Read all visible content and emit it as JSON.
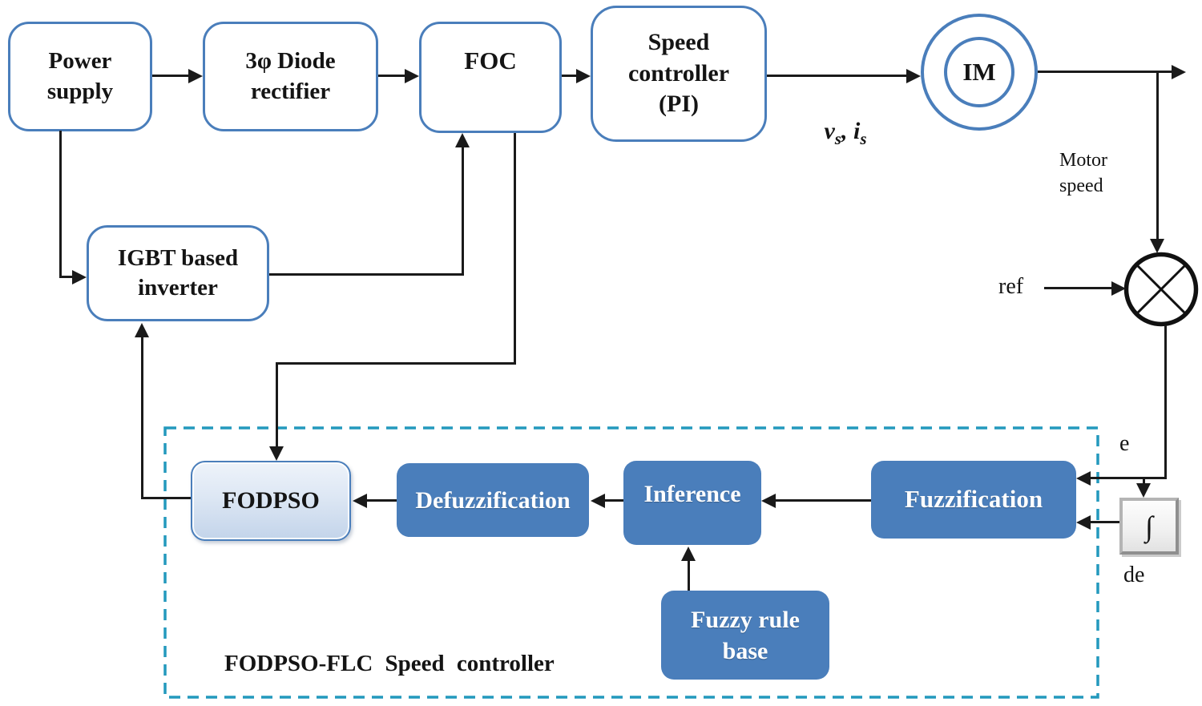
{
  "diagram": {
    "blocks": {
      "power_supply": {
        "label": "Power\nsupply"
      },
      "diode_rectifier": {
        "label": "3φ Diode\nrectifier"
      },
      "foc": {
        "label": "FOC"
      },
      "speed_controller": {
        "label": "Speed\ncontroller\n(PI)"
      },
      "induction_motor": {
        "label": "IM"
      },
      "igbt_inverter": {
        "label": "IGBT based\ninverter"
      },
      "fodpso": {
        "label": "FODPSO"
      },
      "defuzzification": {
        "label": "Defuzzification"
      },
      "inference": {
        "label": "Inference"
      },
      "fuzzification": {
        "label": "Fuzzification"
      },
      "fuzzy_rule_base": {
        "label": "Fuzzy rule\nbase"
      },
      "integrator": {
        "label": "∫"
      }
    },
    "labels": {
      "signal": {
        "v": "v",
        "v_sub": "s",
        "sep": ", ",
        "i": "i",
        "i_sub": "s"
      },
      "motor_speed": "Motor\nspeed",
      "ref": "ref",
      "error": "e",
      "error_derivative": "de",
      "container_caption": "FODPSO-FLC Speed controller"
    },
    "colors": {
      "block_border_blue": "#4a7ebb",
      "solid_block_fill": "#4a7ebb",
      "fodpso_gradient_top": "#eef3fa",
      "fodpso_gradient_bottom": "#c3d4ea",
      "dashed_container_teal": "#2399bd",
      "connector_black": "#1a1a1a",
      "background": "#ffffff"
    }
  }
}
